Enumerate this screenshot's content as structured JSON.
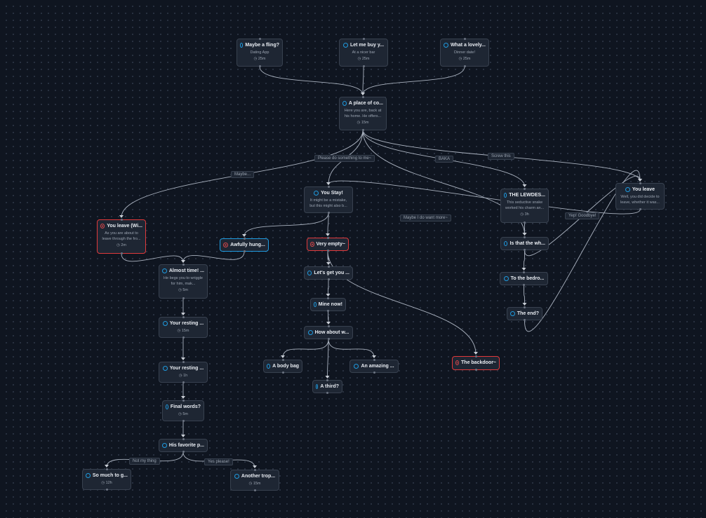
{
  "nodes": [
    {
      "id": "fling",
      "title": "Maybe a fling?",
      "desc": "Dating App",
      "time": "25m",
      "style": "normal"
    },
    {
      "id": "buy",
      "title": "Let me buy y...",
      "desc": "At a nicer bar",
      "time": "25m",
      "style": "normal"
    },
    {
      "id": "lovely",
      "title": "What a lovely...",
      "desc": "Dinner date!",
      "time": "25m",
      "style": "normal"
    },
    {
      "id": "place",
      "title": "A place of co...",
      "desc": "Here you are, back at his home. He offers...",
      "time": "15m",
      "style": "normal"
    },
    {
      "id": "youstay",
      "title": "You Stay!",
      "desc": "It might be a mistake, but this might also b...",
      "time": "",
      "style": "normal"
    },
    {
      "id": "leavew",
      "title": "You leave (Wi...",
      "desc": "As you are about to leave through the fro...",
      "time": "2m",
      "style": "red",
      "icon": "stop"
    },
    {
      "id": "awfully",
      "title": "Awfully hung...",
      "desc": "",
      "time": "",
      "style": "blue",
      "icon": "stop"
    },
    {
      "id": "veryempty",
      "title": "Very empty~",
      "desc": "",
      "time": "",
      "style": "red",
      "icon": "stop"
    },
    {
      "id": "lewdes",
      "title": "THE LEWDES...",
      "desc": "This seductive snake worked his charm an...",
      "time": "3h",
      "style": "normal"
    },
    {
      "id": "youleave",
      "title": "You leave",
      "desc": "Well, you did decide to leave, whether it was...",
      "time": "",
      "style": "normal"
    },
    {
      "id": "isthat",
      "title": "Is that the wh...",
      "desc": "",
      "time": "",
      "style": "normal"
    },
    {
      "id": "bedro",
      "title": "To the bedro...",
      "desc": "",
      "time": "",
      "style": "normal"
    },
    {
      "id": "end",
      "title": "The end?",
      "desc": "",
      "time": "",
      "style": "normal"
    },
    {
      "id": "backdoor",
      "title": "The backdoor~",
      "desc": "",
      "time": "",
      "style": "red",
      "icon": "stop"
    },
    {
      "id": "almost",
      "title": "Almost time! ...",
      "desc": "He begs you to wriggle for him, mak...",
      "time": "5m",
      "style": "normal"
    },
    {
      "id": "letsget",
      "title": "Let's get you ...",
      "desc": "",
      "time": "",
      "style": "normal"
    },
    {
      "id": "mine",
      "title": "Mine now!",
      "desc": "",
      "time": "",
      "style": "normal"
    },
    {
      "id": "howabout",
      "title": "How about w...",
      "desc": "",
      "time": "",
      "style": "normal"
    },
    {
      "id": "bodybag",
      "title": "A body bag",
      "desc": "",
      "time": "",
      "style": "normal"
    },
    {
      "id": "third",
      "title": "A third?",
      "desc": "",
      "time": "",
      "style": "normal"
    },
    {
      "id": "amazing",
      "title": "An amazing ...",
      "desc": "",
      "time": "",
      "style": "normal"
    },
    {
      "id": "rest1",
      "title": "Your resting ...",
      "desc": "",
      "time": "15m",
      "style": "normal"
    },
    {
      "id": "rest2",
      "title": "Your resting ...",
      "desc": "",
      "time": "1h",
      "style": "normal"
    },
    {
      "id": "final",
      "title": "Final words?",
      "desc": "",
      "time": "5m",
      "style": "normal"
    },
    {
      "id": "fav",
      "title": "His favorite p...",
      "desc": "",
      "time": "",
      "style": "normal"
    },
    {
      "id": "somuch",
      "title": "So much to g...",
      "desc": "",
      "time": "12h",
      "style": "normal"
    },
    {
      "id": "another",
      "title": "Another trop...",
      "desc": "",
      "time": "15m",
      "style": "normal"
    }
  ],
  "edges": [
    {
      "from": "fling",
      "to": "place"
    },
    {
      "from": "buy",
      "to": "place"
    },
    {
      "from": "lovely",
      "to": "place"
    },
    {
      "from": "place",
      "to": "leavew",
      "label": "Maybe..."
    },
    {
      "from": "place",
      "to": "youstay",
      "label": "Please do something to me~"
    },
    {
      "from": "place",
      "to": "lewdes",
      "label": "BAKA"
    },
    {
      "from": "place",
      "to": "youleave",
      "label": "Screw this"
    },
    {
      "from": "youstay",
      "to": "awfully"
    },
    {
      "from": "youstay",
      "to": "veryempty"
    },
    {
      "from": "place",
      "to": "isthat",
      "label": "Maybe I do want more~"
    },
    {
      "from": "lewdes",
      "to": "isthat"
    },
    {
      "from": "isthat",
      "to": "youleave",
      "label": "Yep! Goodbye!"
    },
    {
      "from": "isthat",
      "to": "bedro"
    },
    {
      "from": "bedro",
      "to": "end"
    },
    {
      "from": "end",
      "to": "youleave"
    },
    {
      "from": "youleave",
      "to": "youstay"
    },
    {
      "from": "veryempty",
      "to": "backdoor"
    },
    {
      "from": "leavew",
      "to": "almost"
    },
    {
      "from": "awfully",
      "to": "almost"
    },
    {
      "from": "veryempty",
      "to": "letsget"
    },
    {
      "from": "letsget",
      "to": "mine"
    },
    {
      "from": "mine",
      "to": "howabout"
    },
    {
      "from": "howabout",
      "to": "bodybag"
    },
    {
      "from": "howabout",
      "to": "third"
    },
    {
      "from": "howabout",
      "to": "amazing"
    },
    {
      "from": "almost",
      "to": "rest1"
    },
    {
      "from": "rest1",
      "to": "rest2"
    },
    {
      "from": "rest2",
      "to": "final"
    },
    {
      "from": "final",
      "to": "fav"
    },
    {
      "from": "fav",
      "to": "somuch",
      "label": "Not my thing"
    },
    {
      "from": "fav",
      "to": "another",
      "label": "Yes please!"
    }
  ],
  "colors": {
    "background": "#0f1520",
    "node": "#1e2633",
    "accent": "#1e9be0",
    "danger": "#e0393b"
  }
}
